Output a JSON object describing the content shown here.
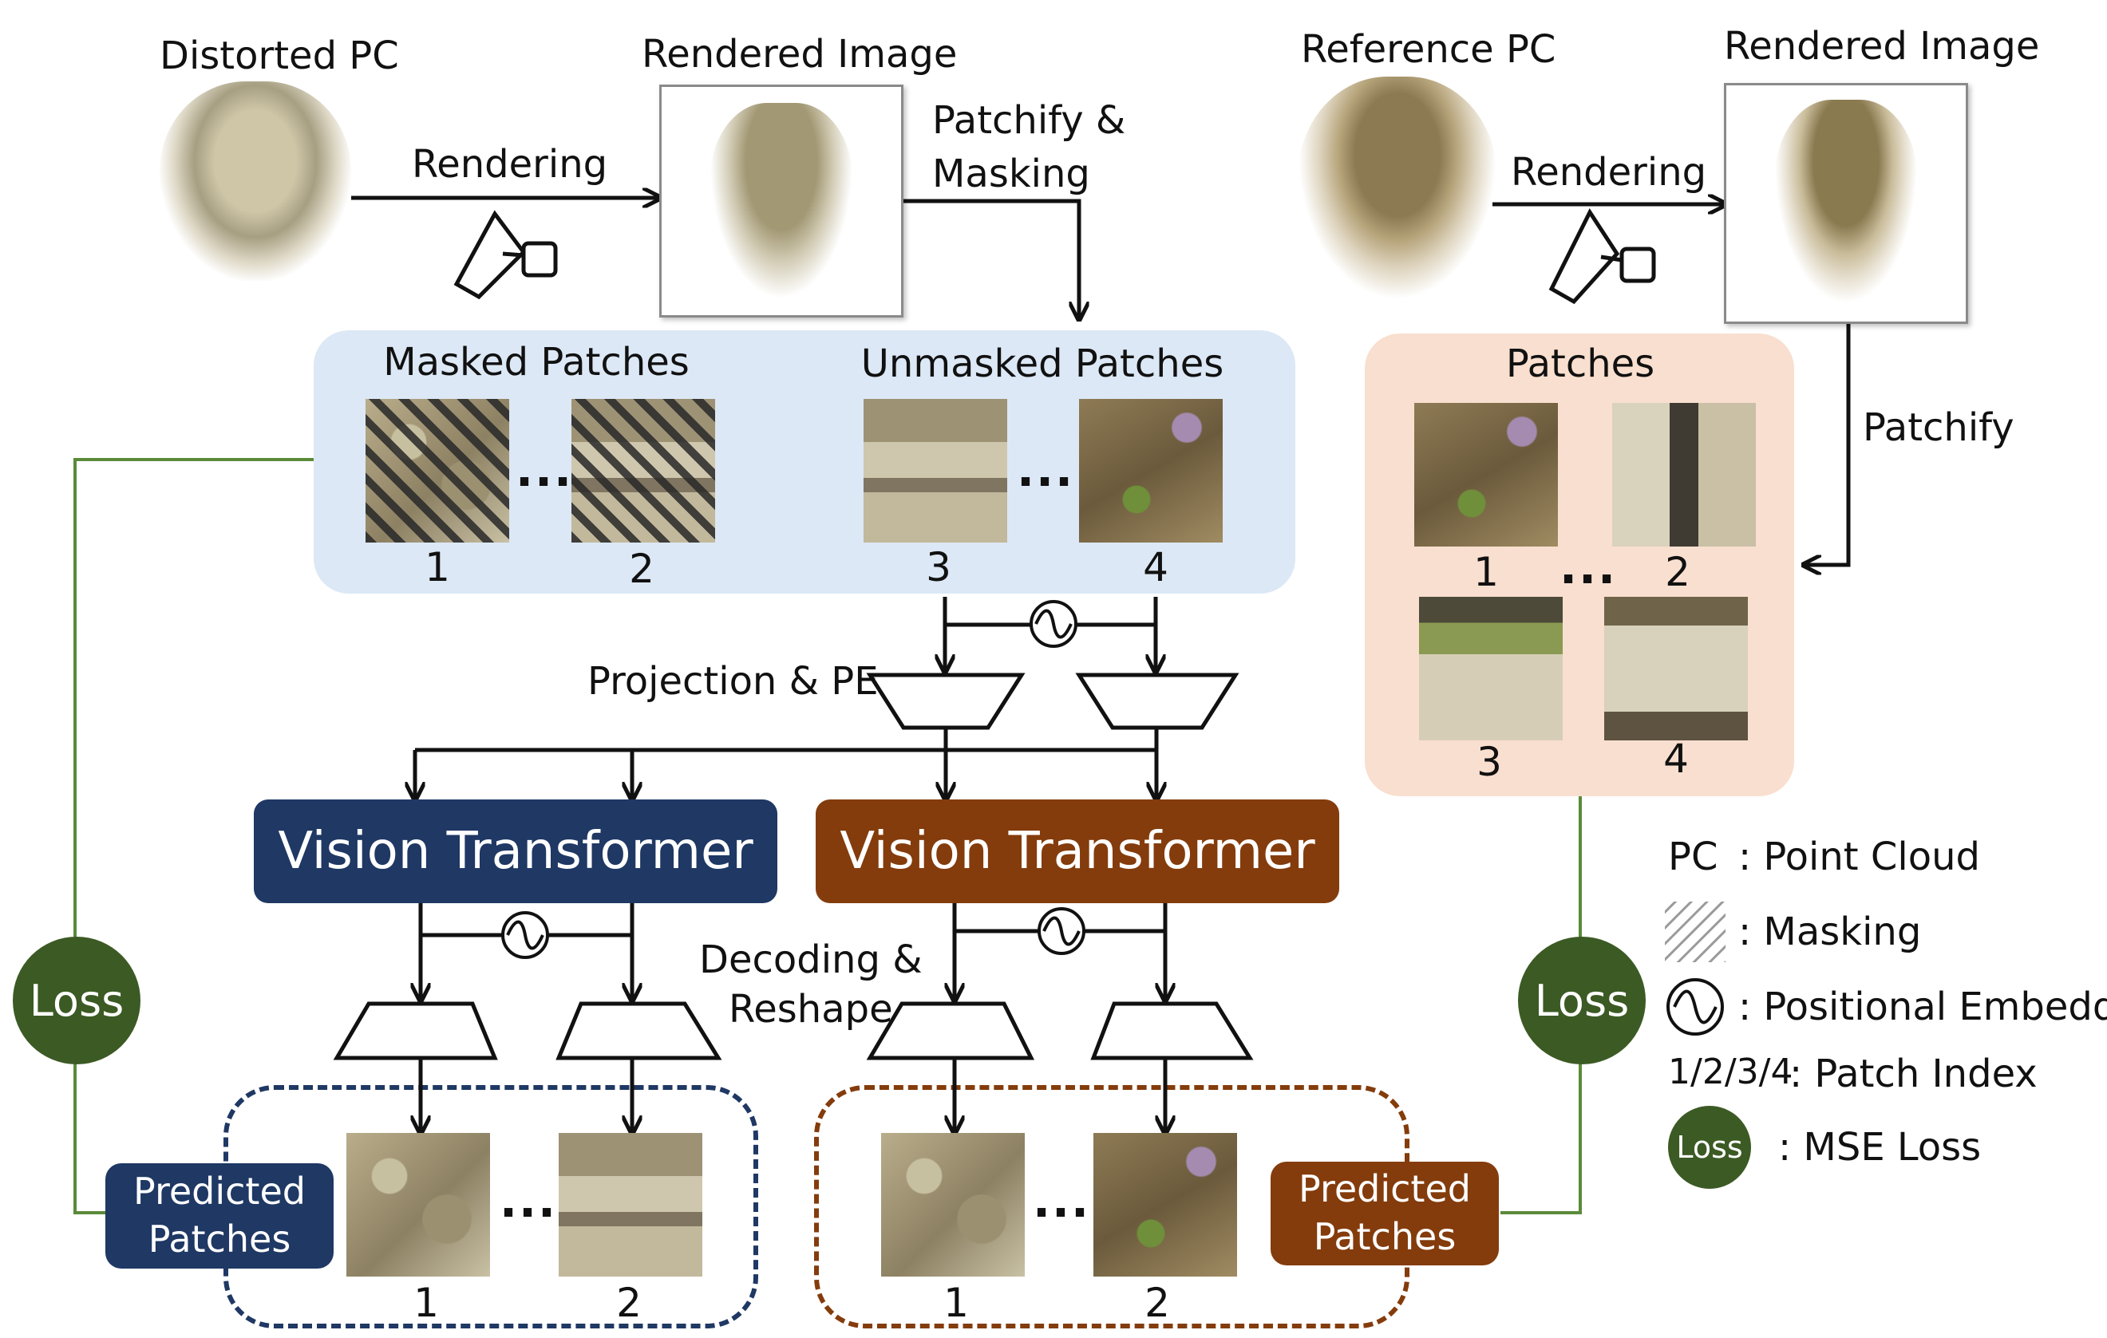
{
  "top": {
    "distorted_pc": "Distorted PC",
    "rendered_image_left": "Rendered Image",
    "rendering_left": "Rendering",
    "patchify_masking_line1": "Patchify &",
    "patchify_masking_line2": "Masking",
    "reference_pc": "Reference PC",
    "rendered_image_right": "Rendered Image",
    "rendering_right": "Rendering",
    "patchify": "Patchify"
  },
  "masked_panel": {
    "masked_title": "Masked Patches",
    "unmasked_title": "Unmasked Patches",
    "indices": [
      "1",
      "2",
      "3",
      "4"
    ],
    "ellipsis": "..."
  },
  "reference_panel": {
    "title": "Patches",
    "indices": [
      "1",
      "2",
      "3",
      "4"
    ],
    "ellipsis": "..."
  },
  "middle": {
    "projection_pe": "Projection & PE",
    "decoding_line1": "Decoding &",
    "decoding_line2": "Reshape"
  },
  "transformers": {
    "left": "Vision Transformer",
    "right": "Vision Transformer"
  },
  "predicted": {
    "left_line1": "Predicted",
    "left_line2": "Patches",
    "right_line1": "Predicted",
    "right_line2": "Patches",
    "left_indices": [
      "1",
      "2"
    ],
    "right_indices": [
      "1",
      "2"
    ],
    "ellipsis": "..."
  },
  "loss_label": "Loss",
  "legend": {
    "pc_key": "PC",
    "pc_value": ": Point Cloud",
    "masking_value": ": Masking",
    "pe_value": ": Positional Embedding",
    "index_key": "1/2/3/4",
    "index_value": ": Patch Index",
    "loss_key": "Loss",
    "loss_value": ": MSE Loss"
  },
  "colors": {
    "blue_panel": "#dce8f5",
    "peach_panel": "#f9dfcf",
    "navy": "#1f3864",
    "brown": "#843c0c",
    "loss_green": "#3c5a24",
    "line_green": "#5a8a3a"
  }
}
